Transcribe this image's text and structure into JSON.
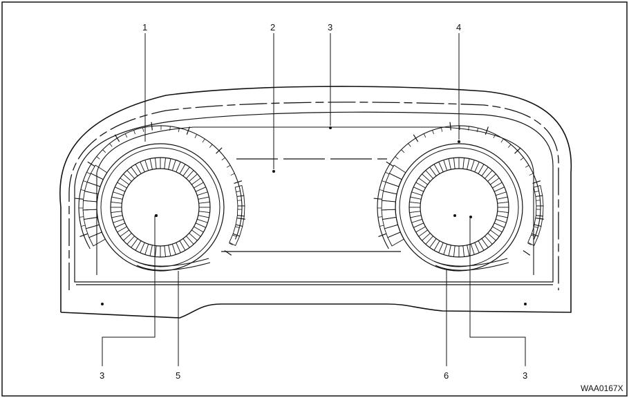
{
  "figure_code": "WAA0167X",
  "callouts": {
    "c1": "1",
    "c2": "2",
    "c3_top": "3",
    "c4": "4",
    "c3_left": "3",
    "c5": "5",
    "c6": "6",
    "c3_right": "3"
  },
  "gauges": [
    {
      "name": "left-gauge"
    },
    {
      "name": "right-gauge"
    }
  ]
}
